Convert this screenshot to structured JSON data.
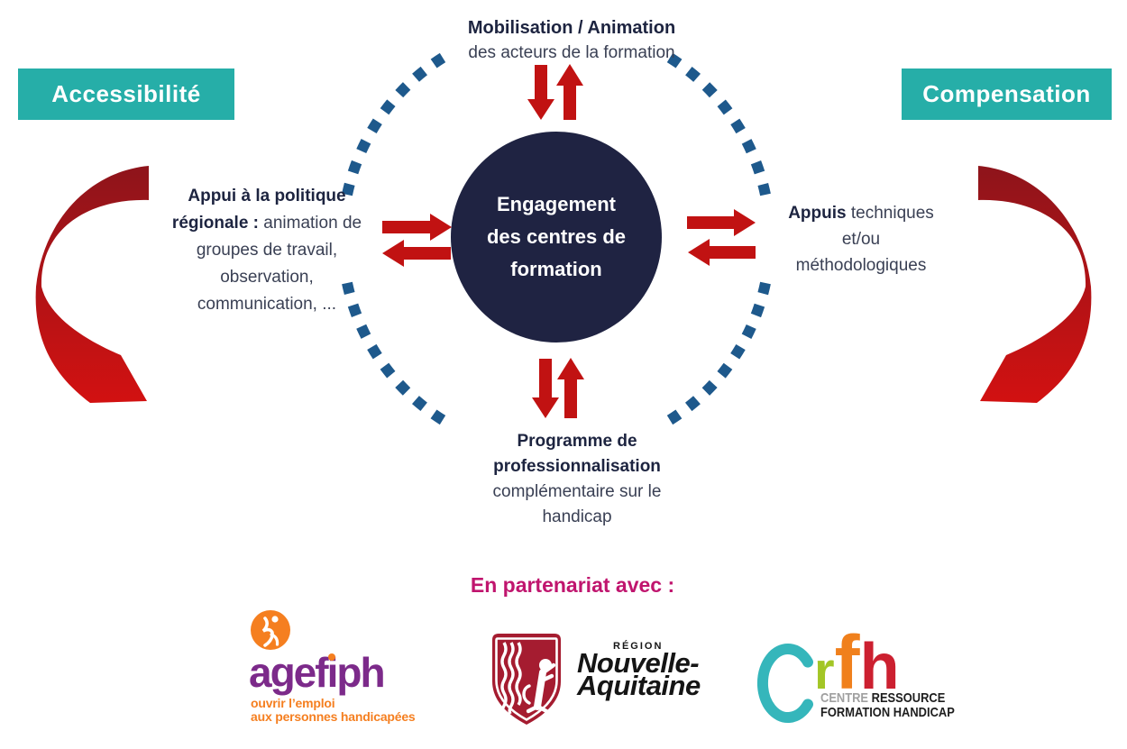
{
  "banners": {
    "left": "Accessibilité",
    "right": "Compensation"
  },
  "center_circle": {
    "lines": [
      "Engagement",
      "des centres de",
      "formation"
    ]
  },
  "nodes": {
    "top": {
      "lines": [
        {
          "bold": "Mobilisation / Animation"
        },
        {
          "text": "des acteurs de la formation"
        }
      ]
    },
    "left": {
      "lines": [
        {
          "bold": "Appui à la politique"
        },
        {
          "bold": "régionale :",
          "text": " animation de"
        },
        {
          "text": "groupes de travail,"
        },
        {
          "text": "observation,"
        },
        {
          "text": "communication, ..."
        }
      ]
    },
    "right": {
      "lines": [
        {
          "bold": "Appuis",
          "text": " techniques"
        },
        {
          "text": "et/ou"
        },
        {
          "text": "méthodologiques"
        }
      ]
    },
    "bottom": {
      "lines": [
        {
          "bold": "Programme de"
        },
        {
          "bold": "professionnalisation"
        },
        {
          "text": "complémentaire sur le"
        },
        {
          "text": "handicap"
        }
      ]
    }
  },
  "partners": {
    "heading": "En partenariat avec :",
    "agefiph": {
      "name_pre": "agef",
      "name_i": "i",
      "name_post": "ph",
      "tagline_line1": "ouvrir l’emploi",
      "tagline_line2": "aux personnes handicapées"
    },
    "region": {
      "overline": "RÉGION",
      "line1": "Nouvelle-",
      "line2": "Aquitaine"
    },
    "crfh": {
      "letter_c": "C",
      "letter_r": "r",
      "letter_f": "f",
      "letter_h": "h",
      "caption_gray": "CENTRE",
      "caption_black": " RESSOURCE",
      "caption_line2": "FORMATION HANDICAP"
    }
  },
  "colors": {
    "teal_banner": "#26aea8",
    "navy_circle": "#1f2342",
    "heading_navy": "#1d2440",
    "body_text": "#3a4054",
    "arrow_red": "#c11212",
    "dash_blue": "#1e598c",
    "curved_arrow_dark": "#8e141b",
    "curved_arrow_bright": "#d21111",
    "magenta": "#c0156e",
    "agefiph_orange": "#f57f20",
    "agefiph_purple": "#7c2a8a",
    "region_crimson": "#a51c30",
    "crfh_teal": "#35b6bb",
    "crfh_lime": "#a3c626",
    "crfh_orange": "#f0801c",
    "crfh_red": "#cc2030",
    "caption_gray": "#a0a0a0"
  }
}
